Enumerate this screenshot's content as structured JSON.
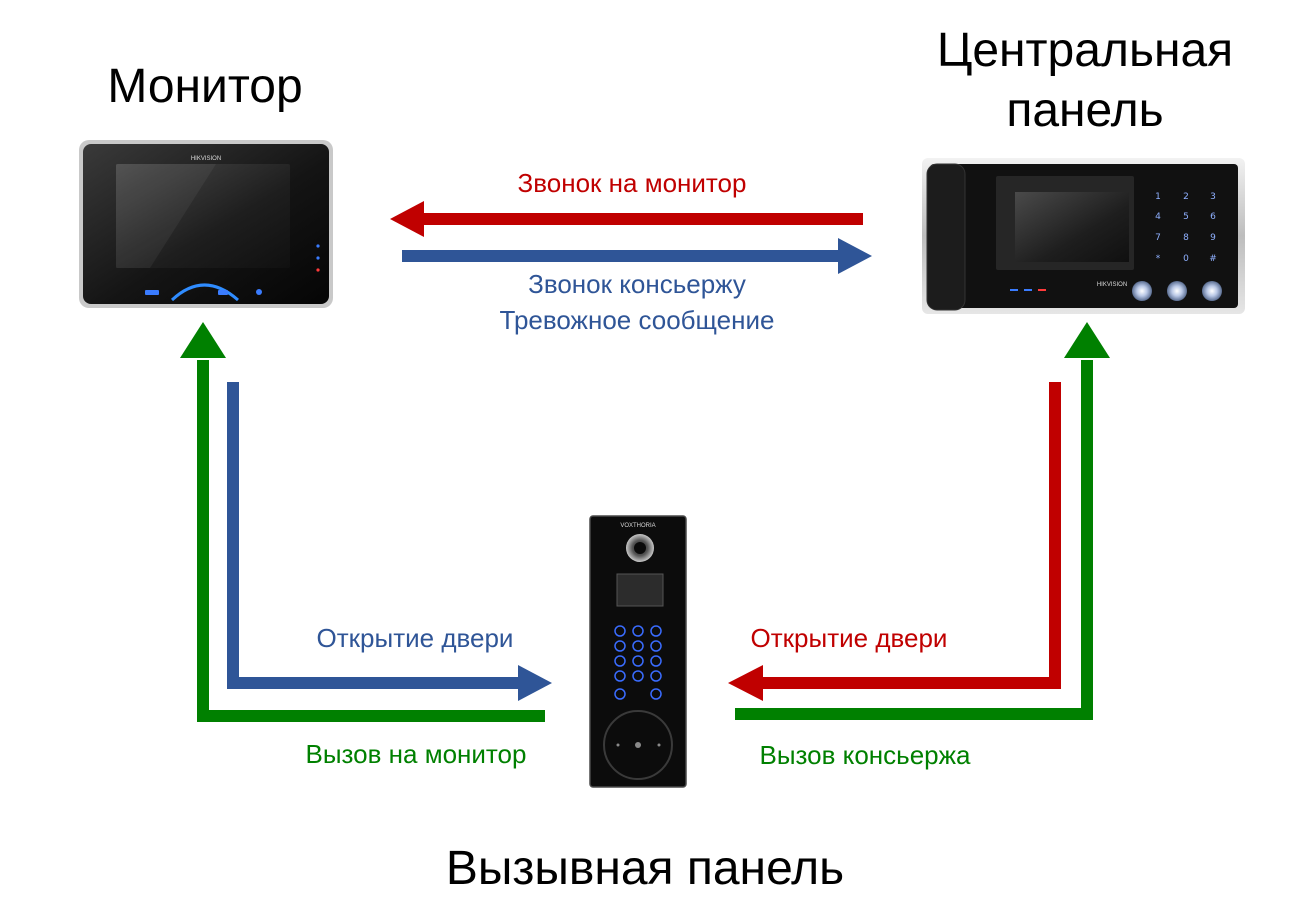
{
  "titles": {
    "monitor": "Монитор",
    "central_line1": "Центральная",
    "central_line2": "панель",
    "doorphone": "Вызывная панель"
  },
  "labels": {
    "call_to_monitor_top": "Звонок на монитор",
    "call_concierge": "Звонок консьержу",
    "alarm_message": "Тревожное сообщение",
    "open_door_left": "Открытие двери",
    "call_monitor_left": "Вызов на монитор",
    "open_door_right": "Открытие двери",
    "call_concierge_right": "Вызов консьержа"
  },
  "devices": {
    "monitor_brand": "HIKVISION",
    "central_brand": "HIKVISION",
    "doorphone_brand": "VOXTHORIA"
  },
  "colors": {
    "red": "#c00000",
    "blue": "#2f5597",
    "green": "#008000",
    "black": "#000000"
  }
}
